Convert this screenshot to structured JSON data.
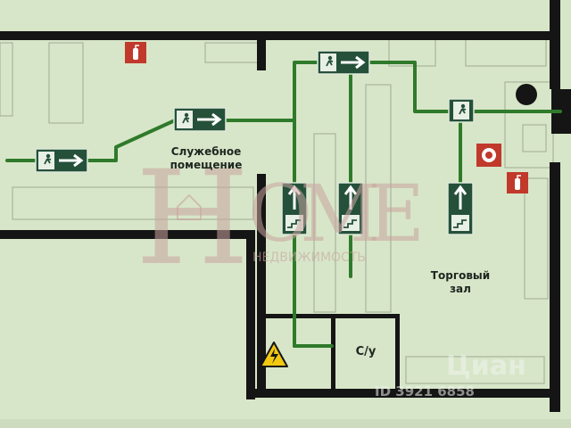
{
  "rooms": {
    "service_room": [
      "Служебное",
      "помещение"
    ],
    "sales_hall": [
      "Торговый",
      "зал"
    ],
    "bathroom": "С/у"
  },
  "watermarks": {
    "home_letters": [
      "H",
      "O",
      "M",
      "E"
    ],
    "agency": "НЕДВИЖИМОСТЬ",
    "cian": "Циан",
    "cian_id": "ID 3921 6858"
  },
  "colors": {
    "background": "#d7e6c8",
    "wall": "#151515",
    "evacuation_route": "#2f7a2b",
    "exit_sign": "#25503a",
    "fire_sign": "#c0392b",
    "hazard_sign": "#f2c811"
  },
  "icons": [
    "exit-sign-icon",
    "fire-extinguisher-icon",
    "fire-alarm-icon",
    "electrical-hazard-icon",
    "stairs-sign-icon"
  ]
}
